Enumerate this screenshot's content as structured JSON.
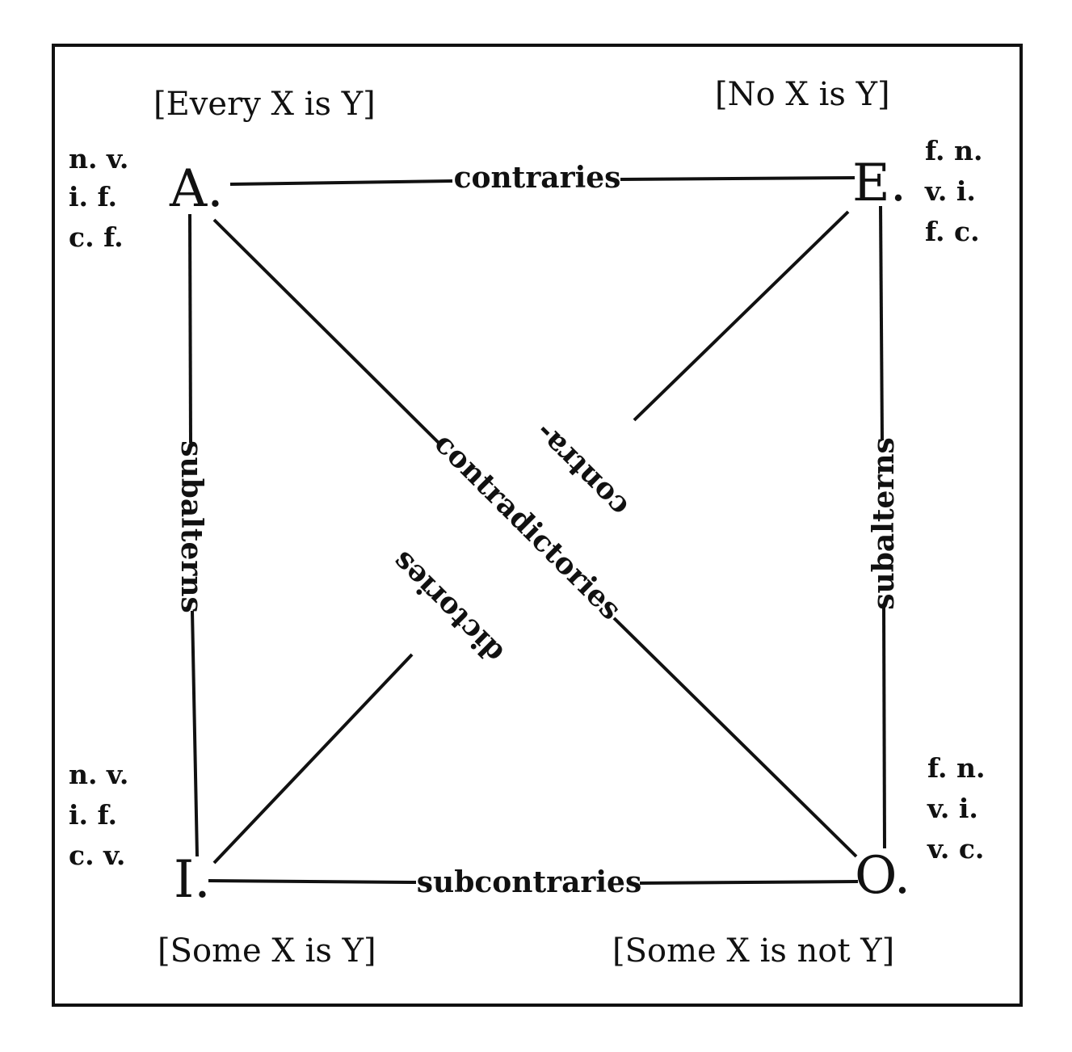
{
  "corners": {
    "A": {
      "letter": "A.",
      "proposition": "[Every X is Y]",
      "notes": [
        "n. v.",
        "i. f.",
        "c. f."
      ]
    },
    "E": {
      "letter": "E.",
      "proposition": "[No X is Y]",
      "notes": [
        "f. n.",
        "v. i.",
        "f. c."
      ]
    },
    "I": {
      "letter": "I.",
      "proposition": "[Some X is Y]",
      "notes": [
        "n. v.",
        "i. f.",
        "c. v."
      ]
    },
    "O": {
      "letter": "O.",
      "proposition": "[Some X is not Y]",
      "notes": [
        "f. n.",
        "v. i.",
        "v. c."
      ]
    }
  },
  "relations": {
    "top": "contraries",
    "bottom": "subcontraries",
    "left": "subalterns",
    "right": "subalterns",
    "diag_a_o": "contradictories",
    "diag_e_i_part1": "contra-",
    "diag_e_i_part2": "dictories"
  }
}
